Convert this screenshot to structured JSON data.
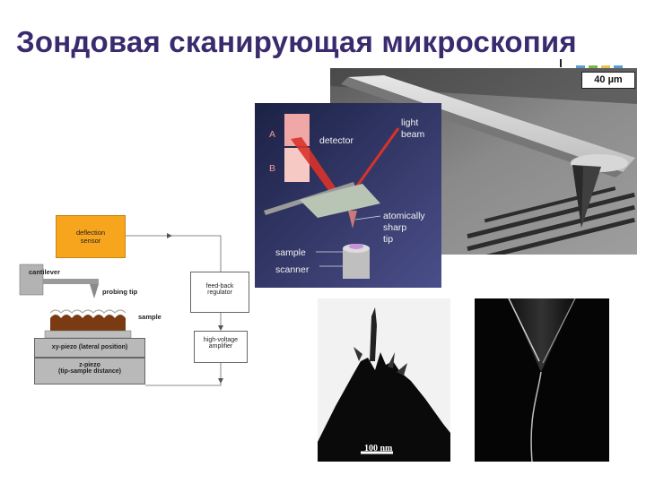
{
  "title": "Зондовая сканирующая микроскопия",
  "sem_photo": {
    "scale_label": "40 µm"
  },
  "illustration": {
    "labels": {
      "a": "A",
      "b": "B",
      "detector": "detector",
      "light_beam_1": "light",
      "light_beam_2": "beam",
      "tip_1": "atomically",
      "tip_2": "sharp",
      "tip_3": "tip",
      "sample": "sample",
      "scanner": "scanner"
    },
    "colors": {
      "background": "#2a2f57",
      "detector": "#f0a8a6",
      "beam": "#d8332a"
    }
  },
  "block_diagram": {
    "deflection_sensor_1": "deflection",
    "deflection_sensor_2": "sensor",
    "cantilever": "cantilever",
    "probing_tip": "probing tip",
    "sample": "sample",
    "xy_piezo": "xy-piezo (lateral position)",
    "z_piezo_1": "z-piezo",
    "z_piezo_2": "(tip-sample distance)",
    "feedback_1": "feed-back",
    "feedback_2": "regulator",
    "hv_amp_1": "high-voltage",
    "hv_amp_2": "amplifier",
    "colors": {
      "sensor": "#f7a51d",
      "sample": "#7a3a12",
      "piezo": "#b9b9b9"
    }
  },
  "tem_photo": {
    "scale_label": "100 nm"
  },
  "dash_colors": [
    "#5a9fd4",
    "#7ab648",
    "#e8c34a",
    "#5a9fd4",
    "#cfcfcf"
  ]
}
